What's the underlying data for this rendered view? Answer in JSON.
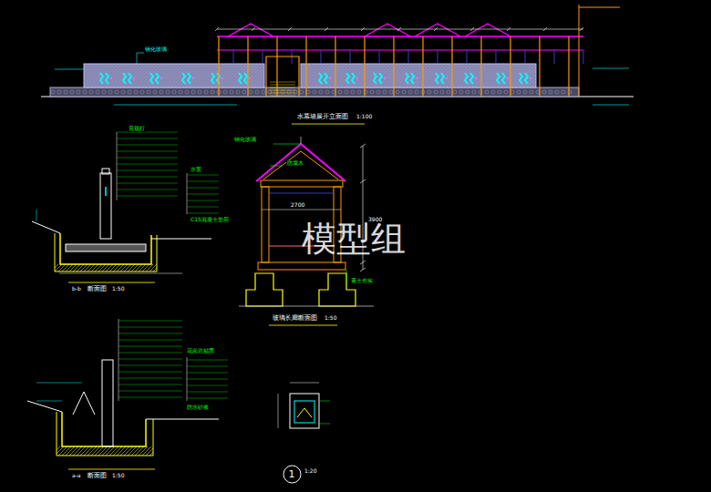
{
  "diagram": {
    "nodes": [
      {
        "text": [
          "1"
        ]
      }
    ],
    "labels": [
      "水幕墙展开立面图",
      "1:100",
      "玻璃长廊断面图",
      "1:50",
      "b-b",
      "断面图",
      "1:50",
      "a-a",
      "断面图",
      "1:50",
      "1:20",
      "模型组",
      "2700",
      "3900",
      "防腐木",
      "钢化玻璃",
      "素土夯实",
      "景观灯",
      "水泵",
      "C15混凝土垫层",
      "钢化玻璃",
      "花岗岩贴面",
      "防水砂浆"
    ]
  }
}
